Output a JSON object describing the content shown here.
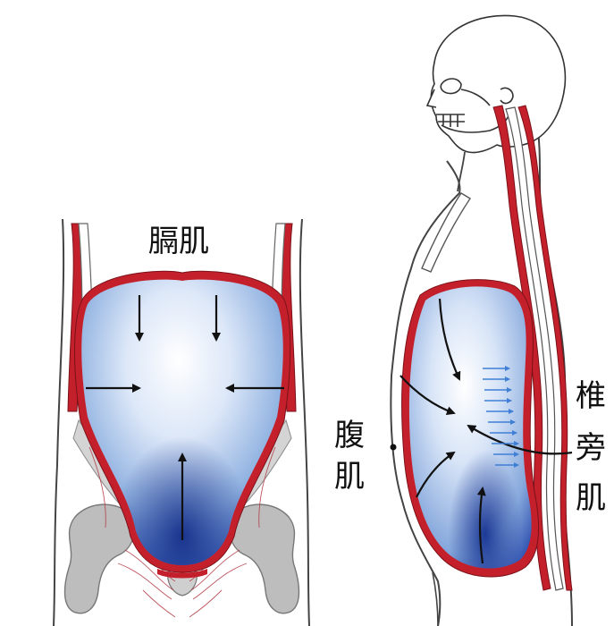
{
  "labels": {
    "diaphragm": "膈肌",
    "abdominal_line1": "腹",
    "abdominal_line2": "肌",
    "erector_line1": "椎",
    "erector_line2": "旁",
    "erector_line3": "肌"
  },
  "colors": {
    "muscle_red": "#c4202c",
    "cavity_blue_light": "#e8f0fb",
    "cavity_blue_mid": "#8fb1e0",
    "cavity_blue_dark": "#1f3f9e",
    "bone_gray": "#bdbdbd",
    "outline": "#333333",
    "arrow": "#111111",
    "small_arrow_blue": "#3f7fd6"
  },
  "icons": {
    "pressure_arrow": "arrow-icon",
    "muscle_contraction_arrow": "small-blue-arrow-icon"
  }
}
